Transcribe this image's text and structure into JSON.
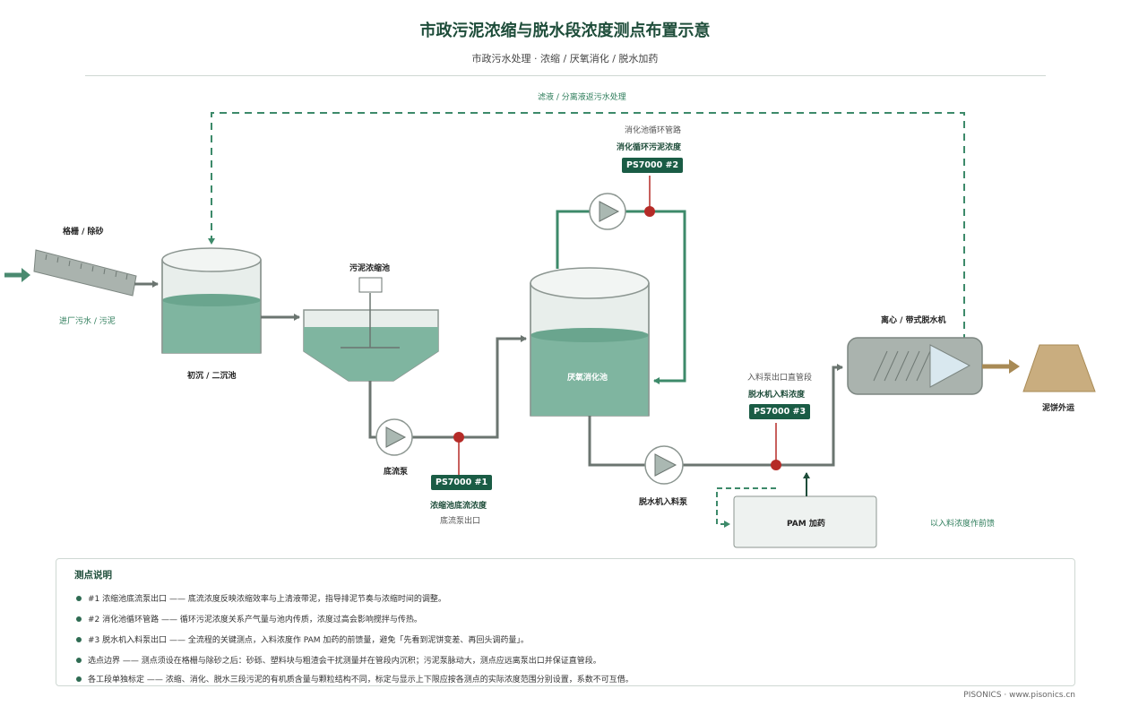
{
  "header": {
    "title": "市政污泥浓缩与脱水段浓度测点布置示意",
    "subtitle": "市政污水处理 · 浓缩 / 厌氧消化 / 脱水加药"
  },
  "labels": {
    "filtrate_return": "滤液 / 分离液返污水处理",
    "screen": "格栅 / 除砂",
    "inflow": "进厂污水 / 污泥",
    "clarifier": "初沉 / 二沉池",
    "thickener": "污泥浓缩池",
    "underflow_pump": "底流泵",
    "digester": "厌氧消化池",
    "recirc_pipe": "消化池循环管路",
    "dewater_pump": "脱水机入料泵",
    "dewaterer": "离心 / 带式脱水机",
    "cake": "泥饼外运",
    "pam": "PAM 加药",
    "pam_note": "以入料浓度作前馈"
  },
  "points": [
    {
      "tag": "PS7000 #1",
      "name": "浓缩池底流浓度",
      "loc": "底流泵出口"
    },
    {
      "tag": "PS7000 #2",
      "name": "消化循环污泥浓度",
      "loc": "消化池循环管路"
    },
    {
      "tag": "PS7000 #3",
      "name": "脱水机入料浓度",
      "loc": "入料泵出口直管段"
    }
  ],
  "notes": {
    "title": "测点说明",
    "items": [
      "#1 浓缩池底流泵出口 —— 底流浓度反映浓缩效率与上清液带泥，指导排泥节奏与浓缩时间的调整。",
      "#2 消化池循环管路 —— 循环污泥浓度关系产气量与池内传质，浓度过高会影响搅拌与传热。",
      "#3 脱水机入料泵出口 —— 全流程的关键测点，入料浓度作 PAM 加药的前馈量，避免「先看到泥饼变差、再回头调药量」。",
      "选点边界 —— 测点须设在格栅与除砂之后：砂砾、塑料块与粗渣会干扰测量并在管段内沉积；污泥泵脉动大，测点应远离泵出口并保证直管段。",
      "各工段单独标定 —— 浓缩、消化、脱水三段污泥的有机质含量与颗粒结构不同，标定与显示上下限应按各测点的实际浓度范围分别设置，系数不可互借。"
    ]
  },
  "footer": "PISONICS · www.pisonics.cn",
  "colors": {
    "brand": "#1e4d3a",
    "tag_bg": "#1a5c45",
    "sludge": "#7fb5a0",
    "pipe": "#6b7570",
    "return_line": "#3d8a6a",
    "sensor": "#b52b27",
    "cake": "#c9ad7f"
  }
}
